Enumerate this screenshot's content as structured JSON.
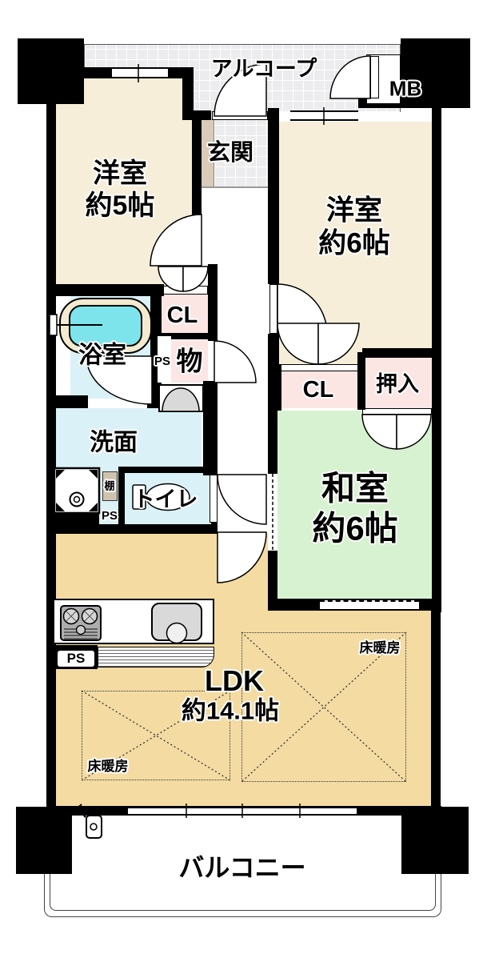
{
  "labels": {
    "alcove": "アルコープ",
    "mb": "MB",
    "genkan": "玄関",
    "western5_line1": "洋室",
    "western5_line2": "約5帖",
    "western6_line1": "洋室",
    "western6_line2": "約6帖",
    "bath": "浴室",
    "closet_left": "CL",
    "ps_hall": "PS",
    "storage": "物",
    "closet_right": "CL",
    "oshiire": "押入",
    "washroom": "洗面",
    "shelf": "棚",
    "ps_washroom": "PS",
    "toilet": "トイレ",
    "japanese_line1": "和室",
    "japanese_line2": "約6帖",
    "ldk_line1": "LDK",
    "ldk_line2": "約14.1帖",
    "floor_heating_left": "床暖房",
    "floor_heating_right": "床暖房",
    "ps_kitchen": "PS",
    "balcony": "バルコニー"
  },
  "colors": {
    "western": "#f6eed9",
    "japanese": "#d7f2d0",
    "ldk": "#f3dba2",
    "wet": "#daf1f7",
    "closet": "#fbe6e4",
    "tile": "#ececee",
    "tub_water": "#7ee4ec",
    "tub_rim": "#f3ead0",
    "step": "#d8cbb8",
    "shelf": "#cfc3ae",
    "wall": "#000000"
  }
}
